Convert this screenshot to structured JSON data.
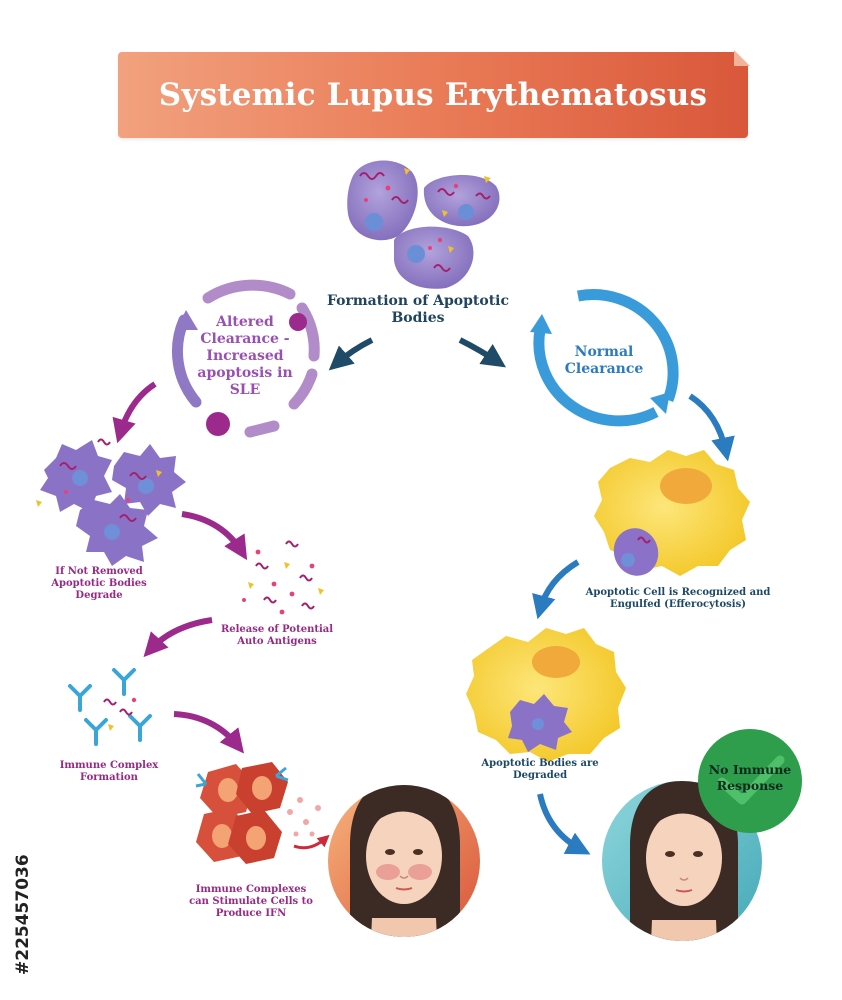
{
  "title": "Systemic Lupus Erythematosus",
  "labels": {
    "formation": "Formation of Apoptotic Bodies",
    "altered_clearance": "Altered Clearance - Increased apoptosis in SLE",
    "normal_clearance": "Normal Clearance",
    "not_removed": "If Not Removed Apoptotic Bodies Degrade",
    "release_antigens": "Release of Potential Auto Antigens",
    "immune_complex": "Immune Complex Formation",
    "stimulate_ifn": "Immune Complexes can Stimulate Cells to Produce IFN",
    "recognized": "Apoptotic Cell is Recognized and Engulfed (Efferocytosis)",
    "degraded": "Apoptotic Bodies are Degraded",
    "no_immune": "No Immune Response"
  },
  "stock_id": "#225457036",
  "colors": {
    "title_gradient_start": "#f2a17e",
    "title_gradient_end": "#d9573a",
    "purple_arrow": "#9c2a8c",
    "navy_arrow": "#1f4a68",
    "blue_arrow": "#2b7bc1",
    "apoptotic_cell": "#9b86cc",
    "macrophage": "#f6d23a",
    "red_cell": "#d6503c",
    "badge_green": "#2e9e4c"
  }
}
